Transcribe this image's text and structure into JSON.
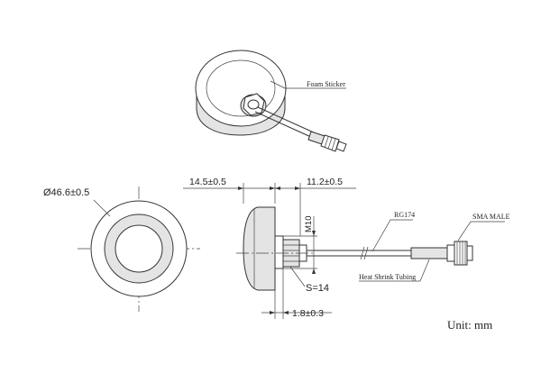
{
  "labels": {
    "foam_sticker": "Foam Sticker",
    "diameter": "Ø46.6±0.5",
    "width_body": "14.5±0.5",
    "width_connector": "11.2±0.5",
    "thread": "M10",
    "nut": "S=14",
    "base_thickness": "1.8±0.3",
    "cable": "RG174",
    "connector": "SMA MALE",
    "heat_shrink": "Heat Shrink Tubing",
    "unit": "Unit: mm"
  }
}
